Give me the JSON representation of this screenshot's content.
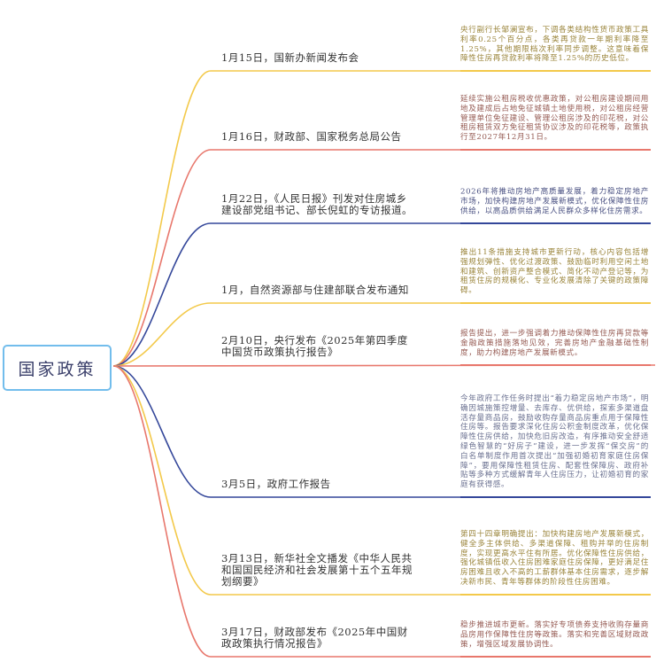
{
  "root": {
    "label": "国家政策"
  },
  "branches": [
    {
      "color": "#f3c94a",
      "text_color": "#9a843a",
      "title": "1月15日，国新办新闻发布会",
      "detail": "央行副行长邹澜宣布，下调各类结构性货币政策工具利率0.25个百分点，各类再贷款一年期利率降至1.25%，其他期限档次利率同步调整。这意味着保障性住房再贷款利率将降至1.25%的历史低位。"
    },
    {
      "color": "#e8776c",
      "text_color": "#955a52",
      "title": "1月16日，财政部、国家税务总局公告",
      "detail": "延续实施公租房税收优惠政策，对公租房建设期间用地及建成后占地免征城镇土地使用税，对公租房经营管理单位免征建设、管理公租房涉及的印花税，对公租房租赁双方免征租赁协议涉及的印花税等，政策执行至2027年12月31日。"
    },
    {
      "color": "#34479a",
      "text_color": "#4a5182",
      "title": "1月22日，《人民日报》刊发对住房城乡建设部党组书记、部长倪虹的专访报道。",
      "detail": "2026年将推动房地产高质量发展，着力稳定房地产市场，加快构建房地产发展新模式，优化保障性住房供给，以高品质供给满足人民群众多样化住房需求。"
    },
    {
      "color": "#f3c94a",
      "text_color": "#9a843a",
      "title": "1月，自然资源部与住建部联合发布通知",
      "detail": "推出11条措施支持城市更新行动，核心内容包括增强规划弹性、优化过渡政策、鼓励临时利用空闲土地和建筑、创新资产整合模式、简化不动产登记等，为租赁住房的规模化、专业化发展清除了关键的政策障碍。"
    },
    {
      "color": "#e8776c",
      "text_color": "#955a52",
      "title": "2月10日，央行发布《2025年第四季度中国货币政策执行报告》",
      "detail": "报告提出，进一步强调着力推动保障性住房再贷款等金融政策措施落地见效，完善房地产金融基础性制度，助力构建房地产发展新模式。"
    },
    {
      "color": "#34479a",
      "text_color": "#6a7090",
      "title": "3月5日，政府工作报告",
      "detail": "今年政府工作任务时提出“着力稳定房地产市场”，明确因城施策控增量、去库存、优供给，探索多渠道盘活存量商品房，鼓励收购存量商品房重点用于保障性住房等。报告要求深化住房公积金制度改革，优化保障性住房供给，加快危旧房改造，有序推动安全舒适绿色智慧的“好房子”建设，进一步发挥“保交房”的白名单制度作用首次提出“加强初婚初育家庭住房保障”，要用保障性租赁住房、配套性保障房、政府补贴等多种方式缓解青年人住房压力，让初婚初育的家庭有获得感。"
    },
    {
      "color": "#f3c94a",
      "text_color": "#9a843a",
      "title": "3月13日，新华社全文播发《中华人民共和国国民经济和社会发展第十五个五年规划纲要》",
      "detail": "第四十四章明确提出：加快构建房地产发展新模式，健全多主体供给、多渠道保障、租购并举的住房制度，实现更高水平住有所居。优化保障性住房供给，强化城镇低收入住房困难家庭住房保障，更好满足住房困难且收入不高的工薪群体基本住房需求，逐步解决新市民、青年等群体的阶段性住房困难。"
    },
    {
      "color": "#e8776c",
      "text_color": "#955a52",
      "title": "3月17日，财政部发布《2025年中国财政政策执行情况报告》",
      "detail": "稳步推进城市更新。落实好专项债券支持收购存量商品房用作保障性住房等政策。落实和完善区域财政政策，增强区域发展协调性。"
    }
  ]
}
